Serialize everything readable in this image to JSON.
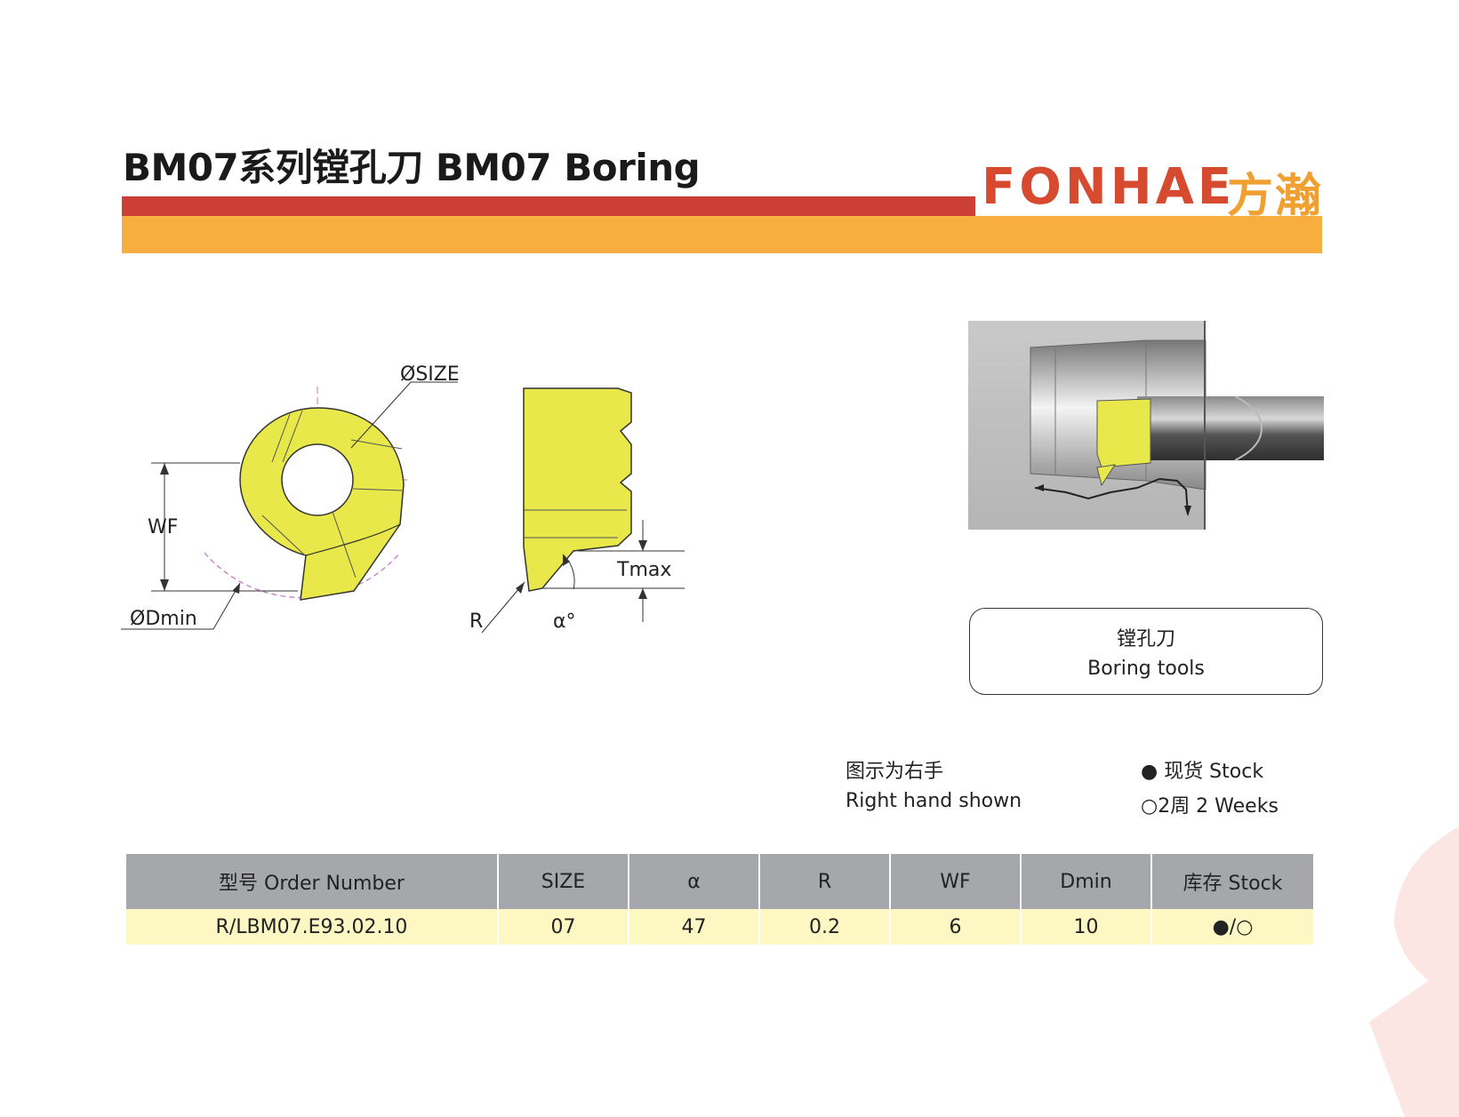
{
  "header": {
    "title": "BM07系列镗孔刀 BM07 Boring",
    "logo_latin": "FONHAE",
    "logo_cjk": "方瀚"
  },
  "colors": {
    "red_bar": "#cc3f36",
    "orange_bar": "#f8ae3e",
    "insert_yellow": "#e8e84a",
    "table_header": "#a5a7aa",
    "table_row": "#fdf7c3"
  },
  "diagram_labels": {
    "size": "ØSIZE",
    "wf": "WF",
    "dmin": "ØDmin",
    "tmax": "Tmax",
    "r": "R",
    "alpha": "α°"
  },
  "caption": {
    "cn": "镗孔刀",
    "en": "Boring tools"
  },
  "notes": {
    "hand_cn": "图示为右手",
    "hand_en": "Right hand shown",
    "stock_label": "● 现货 Stock",
    "weeks_label": "○2周 2 Weeks"
  },
  "table": {
    "headers": [
      "型号 Order Number",
      "SIZE",
      "α",
      "R",
      "WF",
      "Dmin",
      "库存 Stock"
    ],
    "rows": [
      [
        "R/LBM07.E93.02.10",
        "07",
        "47",
        "0.2",
        "6",
        "10",
        "●/○"
      ]
    ]
  }
}
